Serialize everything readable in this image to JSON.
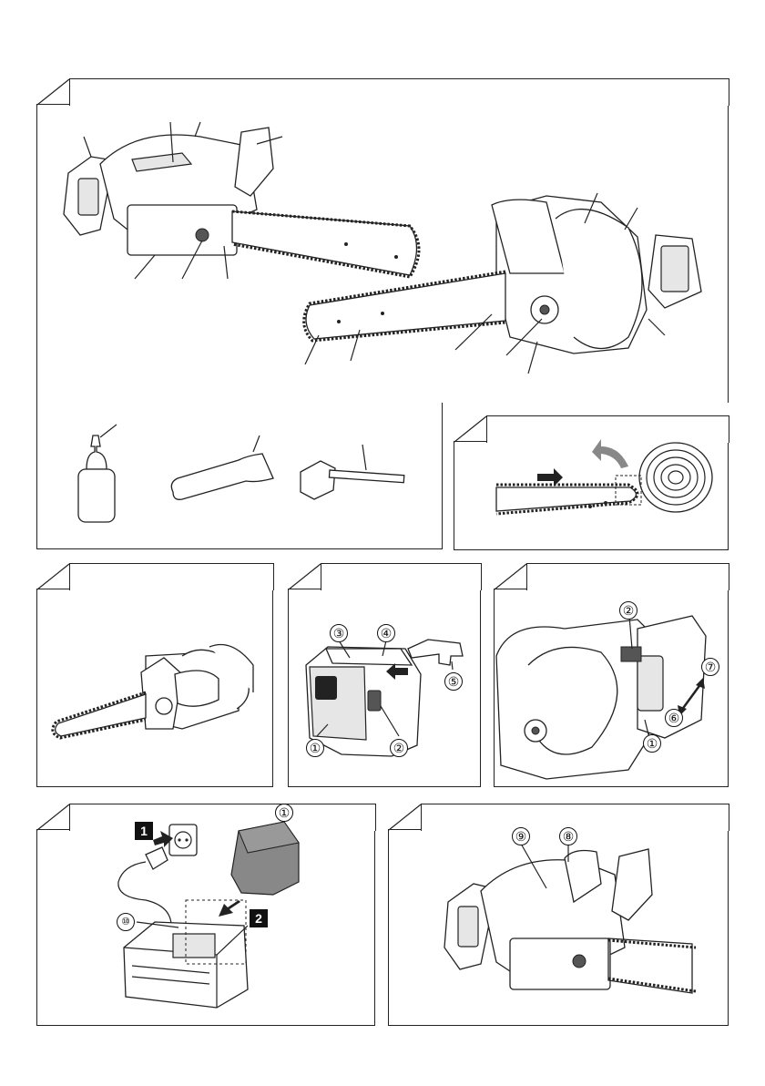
{
  "figure_labels": {
    "battery_main": "①",
    "release_button": "②",
    "battery_slot": "③",
    "battery_slide": "④",
    "cover": "⑤",
    "remove_arrow": "⑥",
    "insert_arrow": "⑦",
    "oil_window": "⑧",
    "oil_cap": "⑨",
    "charger_indicator": "⑩",
    "step_one": "1",
    "step_two": "2"
  },
  "icons": [
    "chainsaw-icon",
    "oil-bottle-icon",
    "guide-bar-cover-icon",
    "wrench-icon",
    "log-icon",
    "battery-icon",
    "plug-icon",
    "socket-icon",
    "charger-icon",
    "arrow-icon"
  ]
}
